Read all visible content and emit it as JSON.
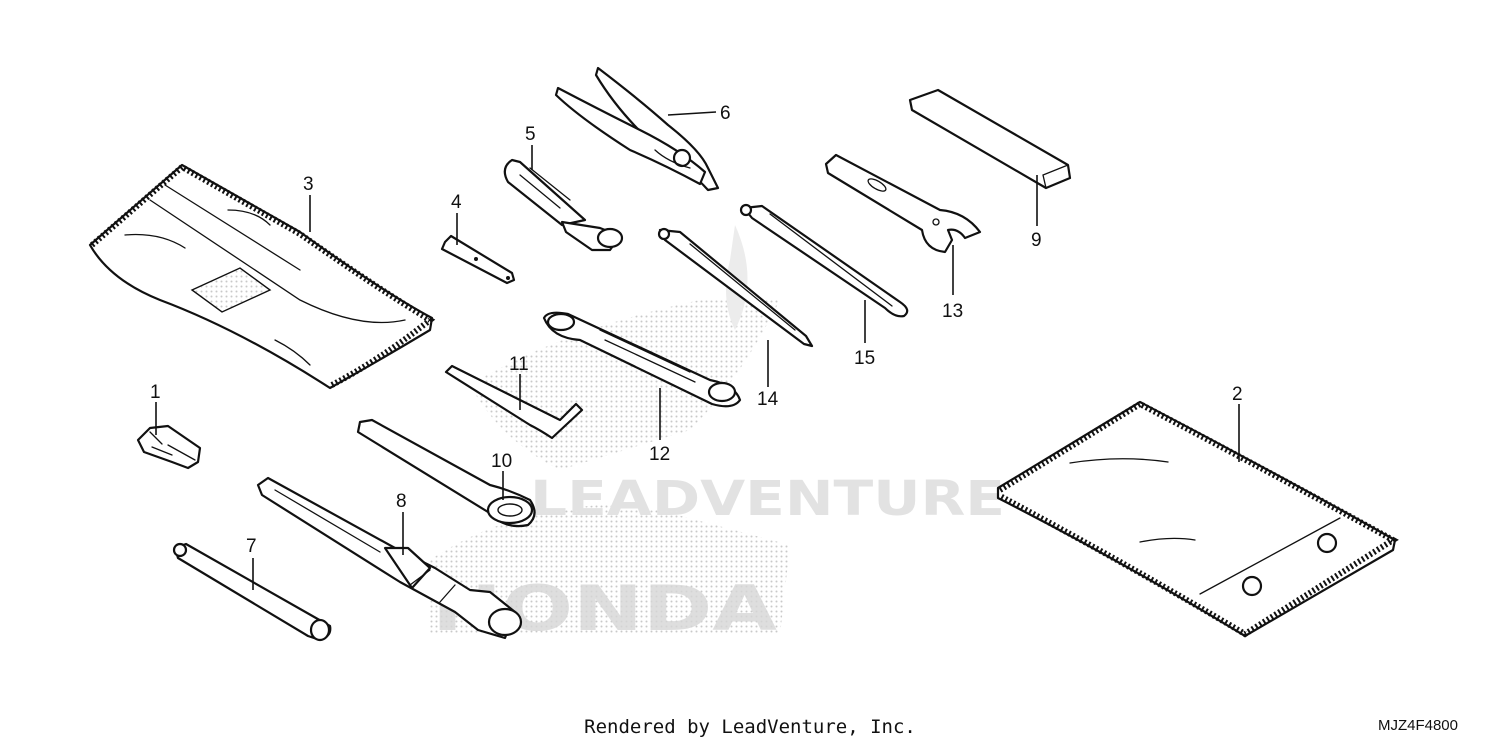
{
  "watermark": {
    "word_top": "LEADVENTURE",
    "word_bottom": "HONDA"
  },
  "callouts": [
    {
      "id": "1",
      "label": "1"
    },
    {
      "id": "2",
      "label": "2"
    },
    {
      "id": "3",
      "label": "3"
    },
    {
      "id": "4",
      "label": "4"
    },
    {
      "id": "5",
      "label": "5"
    },
    {
      "id": "6",
      "label": "6"
    },
    {
      "id": "7",
      "label": "7"
    },
    {
      "id": "8",
      "label": "8"
    },
    {
      "id": "9",
      "label": "9"
    },
    {
      "id": "10",
      "label": "10"
    },
    {
      "id": "11",
      "label": "11"
    },
    {
      "id": "12",
      "label": "12"
    },
    {
      "id": "13",
      "label": "13"
    },
    {
      "id": "14",
      "label": "14"
    },
    {
      "id": "15",
      "label": "15"
    }
  ],
  "footer": {
    "credit": "Rendered by LeadVenture, Inc.",
    "code": "MJZ4F4800"
  }
}
